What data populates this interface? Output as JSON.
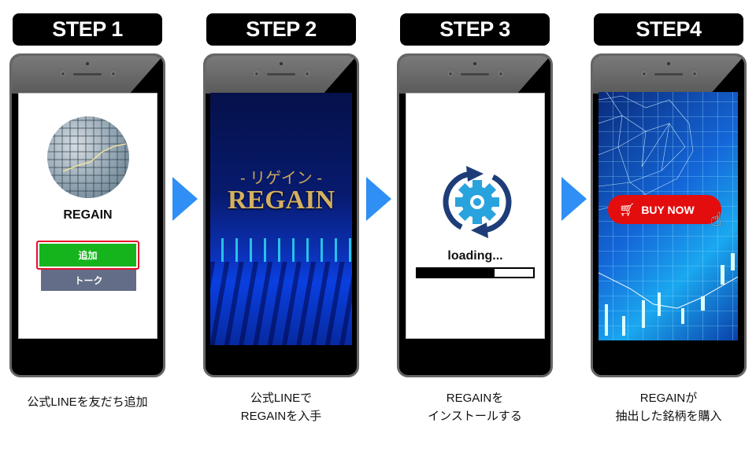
{
  "steps": [
    {
      "label": "STEP 1",
      "caption": [
        "公式LINEを友だち追加"
      ]
    },
    {
      "label": "STEP 2",
      "caption": [
        "公式LINEで",
        "REGAINを入手"
      ]
    },
    {
      "label": "STEP 3",
      "caption": [
        "REGAINを",
        "インストールする"
      ]
    },
    {
      "label": "STEP4",
      "caption": [
        "REGAINが",
        "抽出した銘柄を購入"
      ]
    }
  ],
  "screen1": {
    "name": "REGAIN",
    "add_button": "追加",
    "talk_button": "トーク"
  },
  "screen2": {
    "subtitle": "- リゲイン -",
    "title": "REGAIN"
  },
  "screen3": {
    "loading_text": "loading...",
    "progress": 0.67
  },
  "screen4": {
    "buy_button": "BUY NOW"
  },
  "colors": {
    "arrow": "#2f8ff5",
    "line_green": "#16b41c",
    "talk_gray": "#646d87",
    "buy_red": "#e30d0d",
    "gold": "#c8a85a"
  }
}
